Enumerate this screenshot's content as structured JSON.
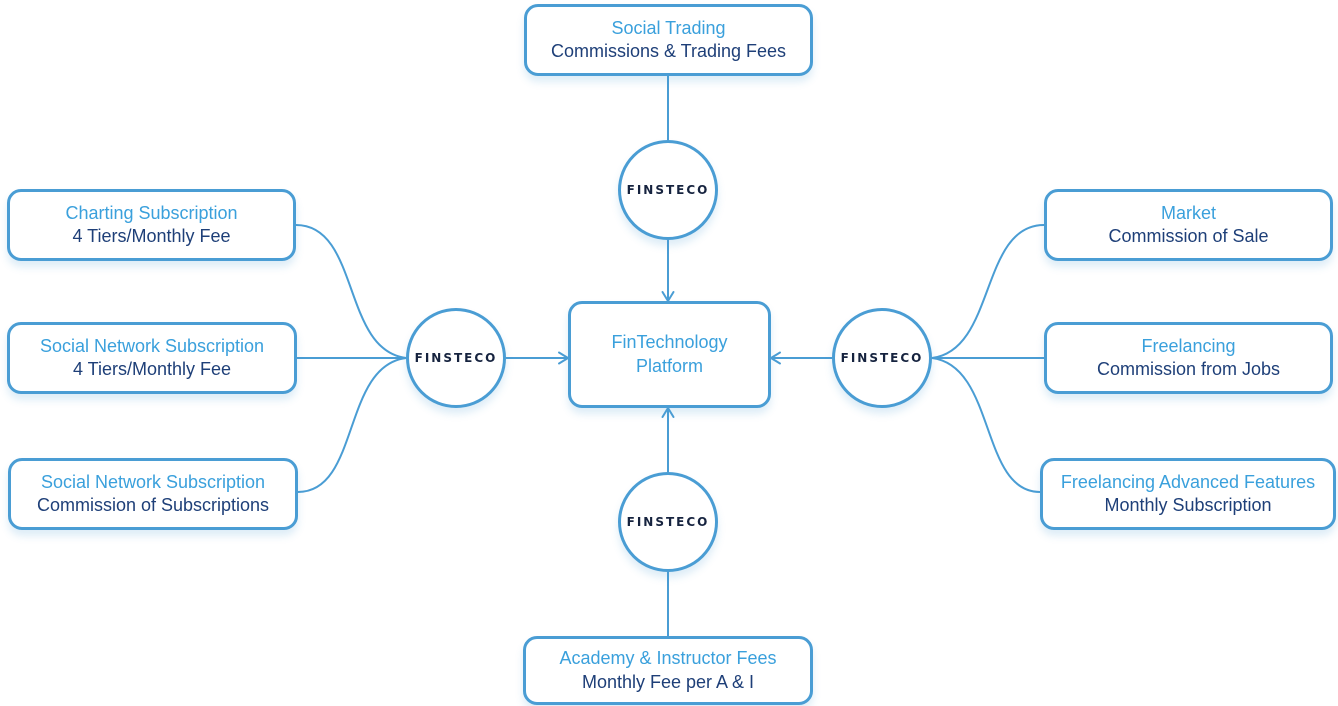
{
  "colors": {
    "accent": "#4a9dd4",
    "title_text": "#3aa0dc",
    "detail_text": "#1e3f78",
    "hub_text": "#16233f"
  },
  "hub_label": "FINSTECO",
  "center": {
    "title": "FinTechnology",
    "subtitle": "Platform"
  },
  "top": {
    "title": "Social Trading",
    "subtitle": "Commissions & Trading Fees"
  },
  "bottom": {
    "title": "Academy & Instructor Fees",
    "subtitle": "Monthly Fee per A & I"
  },
  "left": [
    {
      "title": "Charting Subscription",
      "subtitle": "4 Tiers/Monthly Fee"
    },
    {
      "title": "Social Network Subscription",
      "subtitle": "4 Tiers/Monthly Fee"
    },
    {
      "title": "Social Network Subscription",
      "subtitle": "Commission of Subscriptions"
    }
  ],
  "right": [
    {
      "title": "Market",
      "subtitle": "Commission of Sale"
    },
    {
      "title": "Freelancing",
      "subtitle": "Commission from Jobs"
    },
    {
      "title": "Freelancing Advanced Features",
      "subtitle": "Monthly Subscription"
    }
  ]
}
